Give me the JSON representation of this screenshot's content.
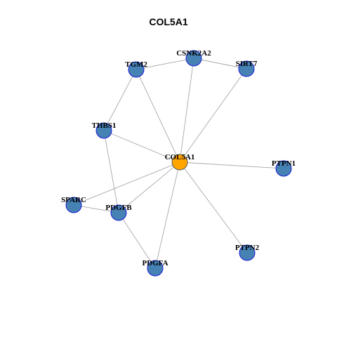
{
  "title": "COL5A1",
  "colors": {
    "hub": "#FFA500",
    "node": "#4682B4",
    "edge": "#A8A8A8"
  },
  "nodes": [
    {
      "id": "COL5A1",
      "label": "COL5A1",
      "hub": true
    },
    {
      "id": "CSNK2A2",
      "label": "CSNK2A2"
    },
    {
      "id": "TGM2",
      "label": "TGM2"
    },
    {
      "id": "SIRT7",
      "label": "SIRT7"
    },
    {
      "id": "THBS1",
      "label": "THBS1"
    },
    {
      "id": "PTPN1",
      "label": "PTPN1"
    },
    {
      "id": "SPARC",
      "label": "SPARC"
    },
    {
      "id": "PDGFB",
      "label": "PDGFB"
    },
    {
      "id": "PTPN2",
      "label": "PTPN2"
    },
    {
      "id": "PDGFA",
      "label": "PDGFA"
    }
  ],
  "edges": [
    [
      "TGM2",
      "CSNK2A2"
    ],
    [
      "CSNK2A2",
      "SIRT7"
    ],
    [
      "TGM2",
      "THBS1"
    ],
    [
      "TGM2",
      "COL5A1"
    ],
    [
      "CSNK2A2",
      "COL5A1"
    ],
    [
      "SIRT7",
      "COL5A1"
    ],
    [
      "THBS1",
      "COL5A1"
    ],
    [
      "THBS1",
      "PDGFB"
    ],
    [
      "COL5A1",
      "PTPN1"
    ],
    [
      "COL5A1",
      "SPARC"
    ],
    [
      "COL5A1",
      "PDGFB"
    ],
    [
      "COL5A1",
      "PDGFA"
    ],
    [
      "COL5A1",
      "PTPN2"
    ],
    [
      "SPARC",
      "PDGFB"
    ],
    [
      "PDGFB",
      "PDGFA"
    ]
  ]
}
